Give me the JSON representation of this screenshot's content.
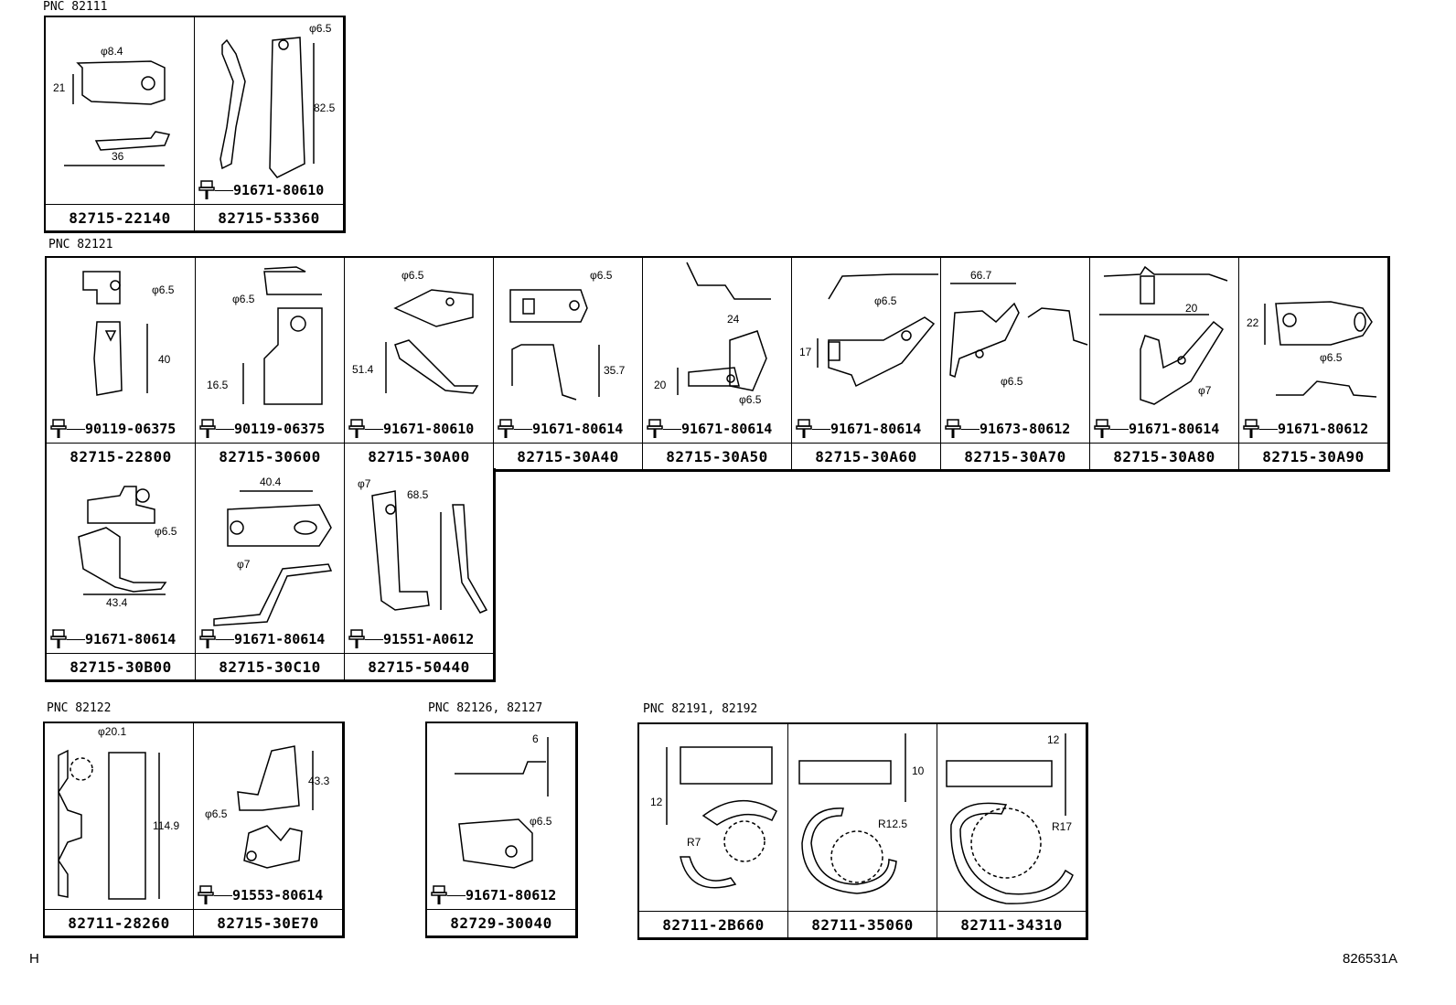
{
  "groups": {
    "g1": {
      "label": "PNC 82111"
    },
    "g2": {
      "label": "PNC 82121"
    },
    "g3": {
      "label": "PNC 82122"
    },
    "g4": {
      "label": "PNC 82126, 82127"
    },
    "g5": {
      "label": "PNC 82191, 82192"
    }
  },
  "cells": {
    "c1": {
      "part": "82715-22140",
      "dims": [
        "φ8.4",
        "21",
        "36"
      ]
    },
    "c2": {
      "part": "82715-53360",
      "bolt": "91671-80610",
      "dims": [
        "φ6.5",
        "82.5"
      ]
    },
    "c3": {
      "part": "82715-22800",
      "bolt": "90119-06375",
      "dims": [
        "φ6.5",
        "40"
      ]
    },
    "c4": {
      "part": "82715-30600",
      "bolt": "90119-06375",
      "dims": [
        "φ6.5",
        "16.5"
      ]
    },
    "c5": {
      "part": "82715-30A00",
      "bolt": "91671-80610",
      "dims": [
        "φ6.5",
        "51.4"
      ]
    },
    "c6": {
      "part": "82715-30A40",
      "bolt": "91671-80614",
      "dims": [
        "φ6.5",
        "35.7"
      ]
    },
    "c7": {
      "part": "82715-30A50",
      "bolt": "91671-80614",
      "dims": [
        "24",
        "20",
        "φ6.5"
      ]
    },
    "c8": {
      "part": "82715-30A60",
      "bolt": "91671-80614",
      "dims": [
        "φ6.5",
        "17"
      ]
    },
    "c9": {
      "part": "82715-30A70",
      "bolt": "91673-80612",
      "dims": [
        "66.7",
        "φ6.5"
      ]
    },
    "c10": {
      "part": "82715-30A80",
      "bolt": "91671-80614",
      "dims": [
        "20",
        "φ7"
      ]
    },
    "c11": {
      "part": "82715-30A90",
      "bolt": "91671-80612",
      "dims": [
        "22",
        "φ6.5"
      ]
    },
    "c12": {
      "part": "82715-30B00",
      "bolt": "91671-80614",
      "dims": [
        "φ6.5",
        "43.4"
      ]
    },
    "c13": {
      "part": "82715-30C10",
      "bolt": "91671-80614",
      "dims": [
        "40.4",
        "φ7"
      ]
    },
    "c14": {
      "part": "82715-50440",
      "bolt": "91551-A0612",
      "dims": [
        "φ7",
        "68.5"
      ]
    },
    "c15": {
      "part": "82711-28260",
      "dims": [
        "φ20.1",
        "114.9"
      ]
    },
    "c16": {
      "part": "82715-30E70",
      "bolt": "91553-80614",
      "dims": [
        "φ6.5",
        "43.3"
      ]
    },
    "c17": {
      "part": "82729-30040",
      "bolt": "91671-80612",
      "dims": [
        "6",
        "φ6.5"
      ]
    },
    "c18": {
      "part": "82711-2B660",
      "dims": [
        "12",
        "R7"
      ]
    },
    "c19": {
      "part": "82711-35060",
      "dims": [
        "10",
        "R12.5"
      ]
    },
    "c20": {
      "part": "82711-34310",
      "dims": [
        "12",
        "R17"
      ]
    }
  },
  "footer": {
    "left": "H",
    "right": "826531A"
  },
  "icons": {
    "bolt": "bolt-with-washer-icon"
  }
}
